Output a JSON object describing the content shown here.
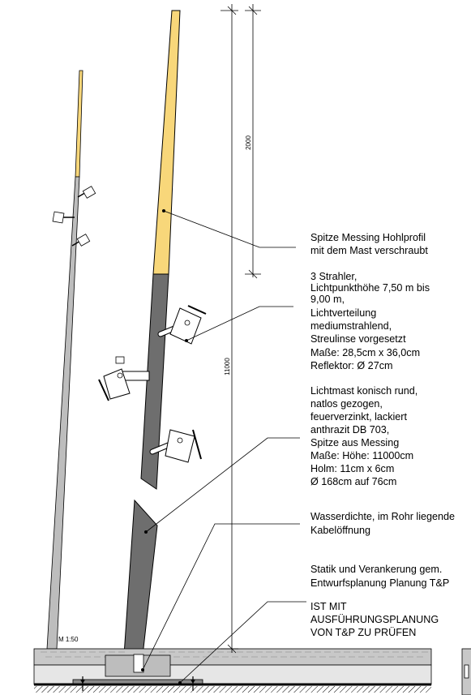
{
  "scale_label": "M 1:50",
  "dimensions": {
    "overall": "11000",
    "tip": "2000"
  },
  "colors": {
    "tip_brass": "#f8d77a",
    "mast_anthracite": "#6e6e6e",
    "small_mast": "#bdbdbd",
    "ground": "#c8c8c8",
    "foundation": "#e6e6e6"
  },
  "annotations": [
    {
      "lines": [
        "Spitze Messing Hohlprofil",
        "mit dem Mast verschraubt"
      ]
    },
    {
      "lines": [
        "3 Strahler,",
        "Lichtpunkthöhe 7,50 m bis",
        "9,00 m,",
        "Lichtverteilung",
        "mediumstrahlend,",
        "Streulinse vorgesetzt",
        "Maße:   28,5cm x 36,0cm",
        "Reflektor: Ø 27cm"
      ]
    },
    {
      "lines": [
        "Lichtmast  konisch rund,",
        "natlos gezogen,",
        "feuerverzinkt, lackiert",
        "anthrazit DB 703,",
        "Spitze aus Messing",
        "Maße:  Höhe:  11000cm",
        "Holm: 11cm x 6cm",
        " Ø 168cm auf 76cm"
      ]
    },
    {
      "lines": [
        "Wasserdichte, im Rohr liegende",
        "Kabelöffnung"
      ]
    },
    {
      "lines": [
        "Statik und Verankerung gem.",
        "Entwurfsplanung Planung T&P"
      ]
    },
    {
      "lines": [
        "IST MIT",
        "AUSFÜHRUNGSPLANUNG",
        "VON T&P ZU PRÜFEN"
      ]
    }
  ]
}
